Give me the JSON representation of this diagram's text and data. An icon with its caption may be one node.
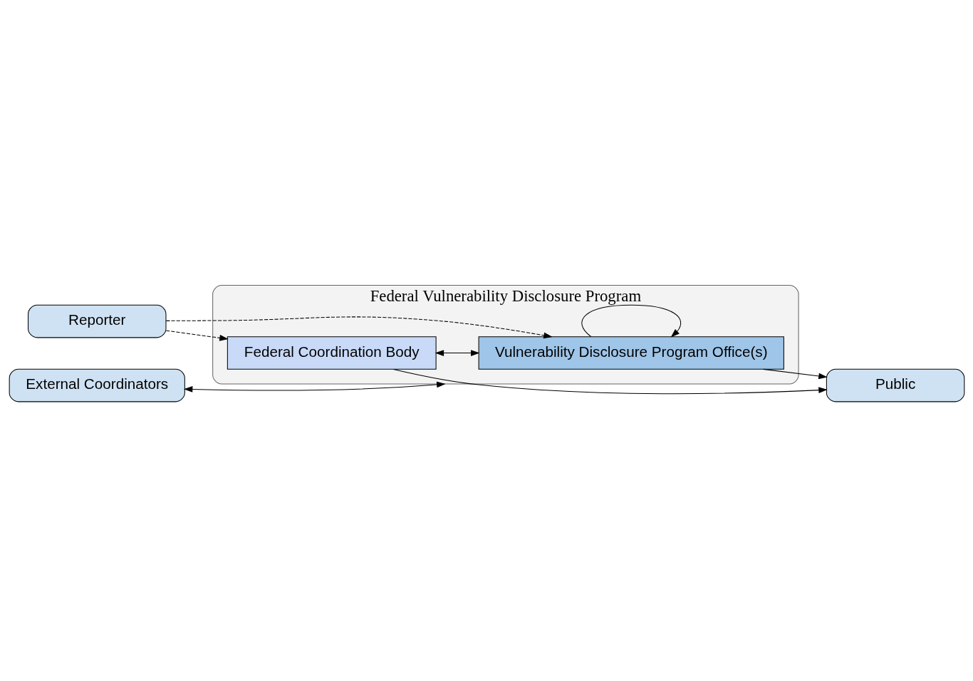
{
  "diagram": {
    "nodes": [
      {
        "text": [
          "Federal Vulnerability Disclosure Program"
        ]
      },
      {
        "text": [
          "Federal Coordination Body"
        ],
        "in": 0
      },
      {
        "text": [
          "Vulnerability Disclosure Program Office(s)"
        ],
        "in": 0
      },
      {
        "text": [
          "Reporter"
        ]
      },
      {
        "text": [
          "Public"
        ]
      },
      {
        "text": [
          "External Coordinators"
        ]
      }
    ],
    "edges": [
      {
        "from": 3,
        "to": 1,
        "arrow": "to",
        "style": "dashed"
      },
      {
        "from": 3,
        "to": 2,
        "arrow": "to",
        "style": "dashed"
      },
      {
        "from": 1,
        "to": 2,
        "arrow": "both"
      },
      {
        "from": 1,
        "to": 4,
        "arrow": "to"
      },
      {
        "from": 2,
        "to": 4,
        "arrow": "to"
      },
      {
        "from": 2,
        "to": 2,
        "arrow": "to"
      },
      {
        "from": 5,
        "to": 0,
        "arrow": "both"
      }
    ]
  }
}
